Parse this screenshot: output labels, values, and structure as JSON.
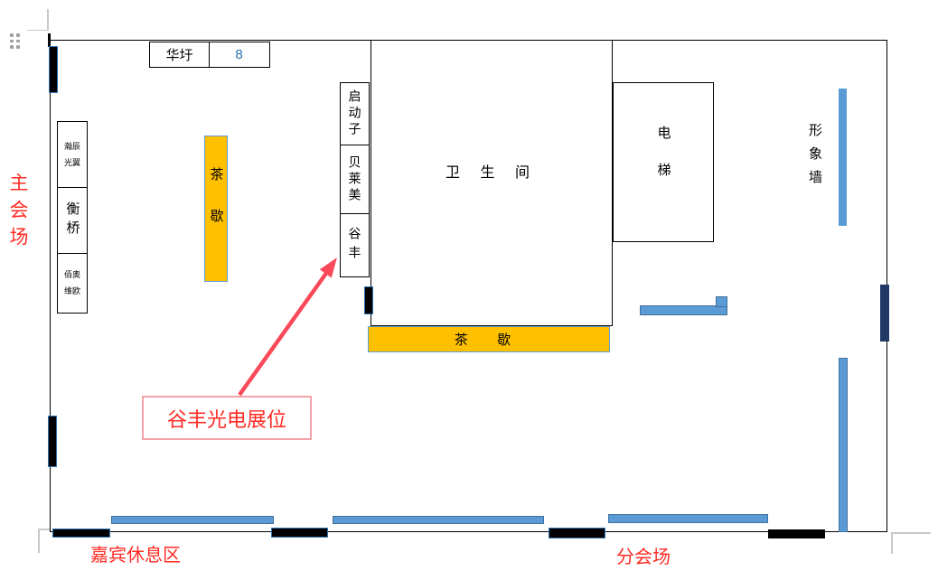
{
  "colors": {
    "orange": "#FFC000",
    "blue_bar": "#5B9BD5",
    "blue_border": "#41719C",
    "door_border": "#2E74B5",
    "navy": "#1F3864",
    "red_text": "#FF2B24",
    "arrow": "#FA4A59",
    "label_border": "#F2A2A8",
    "number_blue": "#2E74B5",
    "corner_gray": "#C9C9C9",
    "grip_gray": "#9E9E9E"
  },
  "labels": {
    "main_venue": "主会场",
    "guest_rest_area": "嘉宾休息区",
    "branch_venue": "分会场",
    "image_wall": "形象墙",
    "restroom": "卫 生 间",
    "elevator": "电梯",
    "tea_break_vertical": "茶歇",
    "tea_break_horizontal": "茶 歇"
  },
  "top_box": {
    "name": "华圩",
    "number": "8"
  },
  "left_booths": [
    {
      "line1": "瀚辰",
      "line2": "光翼"
    },
    {
      "name": "衡桥"
    },
    {
      "line1": "佰奥",
      "line2": "维欧"
    }
  ],
  "middle_booths": [
    {
      "name": "启动子"
    },
    {
      "name": "贝莱美"
    },
    {
      "name": "谷丰"
    }
  ],
  "annotation": {
    "booth_label": "谷丰光电展位"
  }
}
